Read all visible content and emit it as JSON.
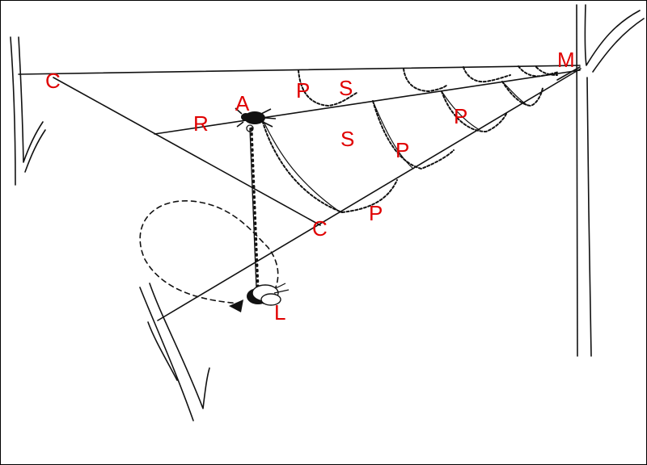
{
  "colors": {
    "label": "#e00000",
    "ink": "#111111"
  },
  "labels": {
    "c1": "C",
    "m": "M",
    "p1": "P",
    "s1": "S",
    "a": "A",
    "r": "R",
    "s2": "S",
    "p2": "P",
    "p3": "P",
    "c2": "C",
    "p4": "P",
    "l": "L"
  }
}
